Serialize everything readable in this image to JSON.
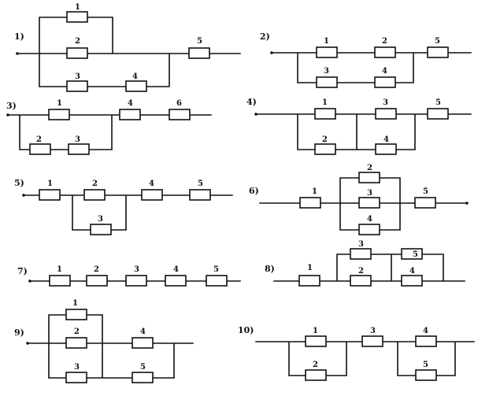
{
  "diagrams": [
    {
      "number": "1)",
      "resistors": [
        "1",
        "2",
        "3",
        "4",
        "5"
      ]
    },
    {
      "number": "2)",
      "resistors": [
        "1",
        "2",
        "3",
        "4",
        "5"
      ]
    },
    {
      "number": "3)",
      "resistors": [
        "1",
        "2",
        "3",
        "4",
        "6"
      ]
    },
    {
      "number": "4)",
      "resistors": [
        "1",
        "2",
        "3",
        "4",
        "5"
      ]
    },
    {
      "number": "5)",
      "resistors": [
        "1",
        "2",
        "3",
        "4",
        "5"
      ]
    },
    {
      "number": "6)",
      "resistors": [
        "1",
        "2",
        "3",
        "4",
        "5"
      ]
    },
    {
      "number": "7)",
      "resistors": [
        "1",
        "2",
        "3",
        "4",
        "5"
      ]
    },
    {
      "number": "8)",
      "resistors": [
        "1",
        "2",
        "3",
        "4",
        "5"
      ]
    },
    {
      "number": "9)",
      "resistors": [
        "1",
        "2",
        "3",
        "4",
        "5"
      ]
    },
    {
      "number": "10)",
      "resistors": [
        "1",
        "2",
        "3",
        "4",
        "5"
      ]
    }
  ]
}
